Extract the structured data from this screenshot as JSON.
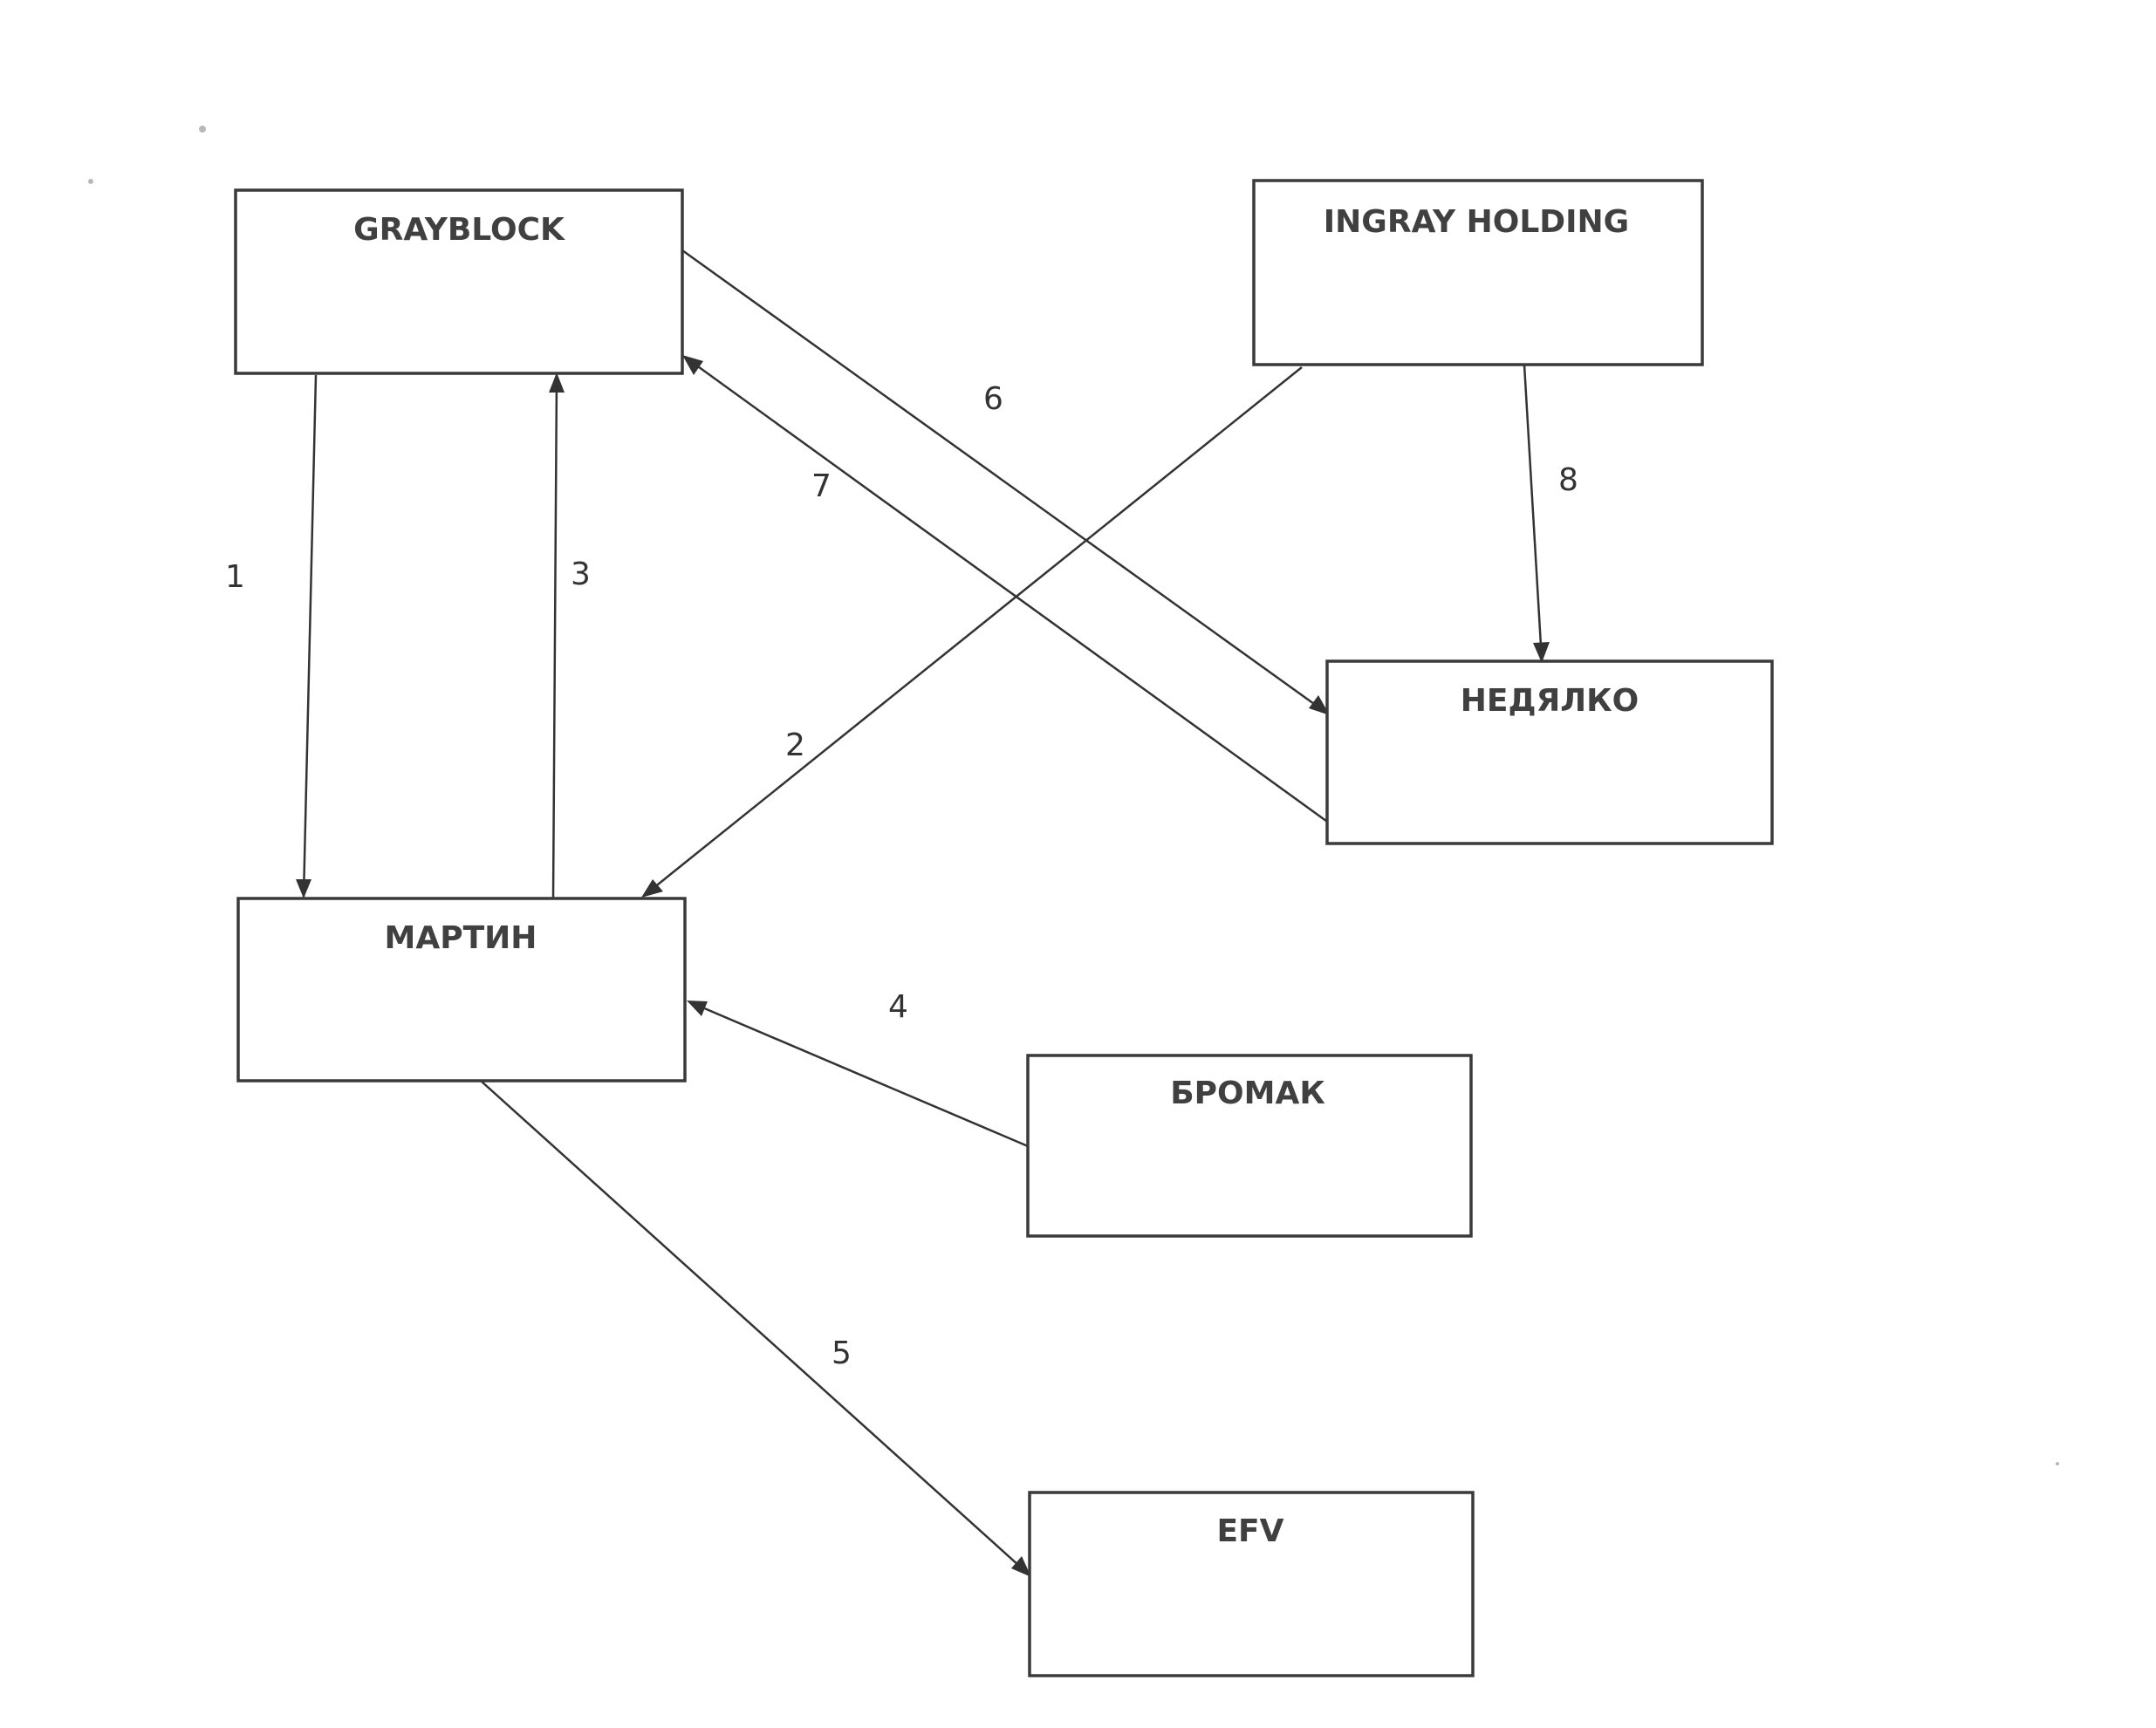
{
  "nodes": [
    {
      "id": "grayblock",
      "label": "GRAYBLOCK"
    },
    {
      "id": "ingray",
      "label": "INGRAY HOLDING"
    },
    {
      "id": "nedyalko",
      "label": "НЕДЯЛКО"
    },
    {
      "id": "martin",
      "label": "МАРТИН"
    },
    {
      "id": "bromak",
      "label": "БРОМАК"
    },
    {
      "id": "efv",
      "label": "EFV"
    }
  ],
  "edges": [
    {
      "id": "e1",
      "label": "1",
      "from": "grayblock",
      "to": "martin"
    },
    {
      "id": "e2",
      "label": "2",
      "from": "ingray",
      "to": "martin"
    },
    {
      "id": "e3",
      "label": "3",
      "from": "martin",
      "to": "grayblock"
    },
    {
      "id": "e4",
      "label": "4",
      "from": "bromak",
      "to": "martin"
    },
    {
      "id": "e5",
      "label": "5",
      "from": "martin",
      "to": "efv"
    },
    {
      "id": "e6",
      "label": "6",
      "from": "grayblock",
      "to": "nedyalko"
    },
    {
      "id": "e7",
      "label": "7",
      "from": "nedyalko",
      "to": "grayblock"
    },
    {
      "id": "e8",
      "label": "8",
      "from": "ingray",
      "to": "nedyalko"
    }
  ]
}
